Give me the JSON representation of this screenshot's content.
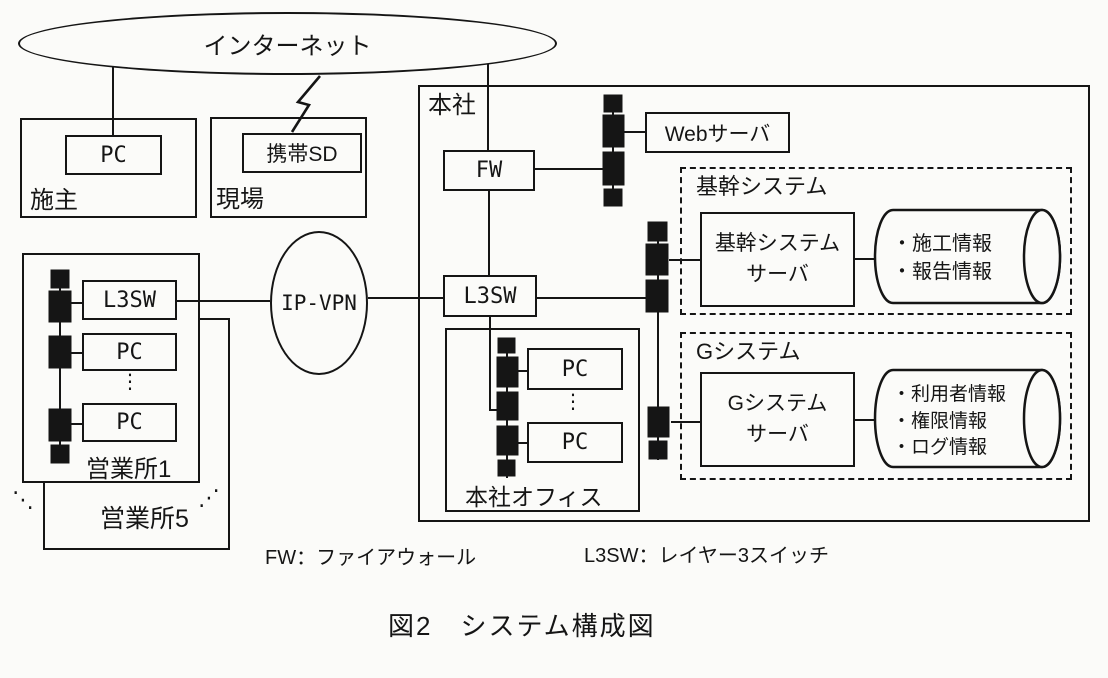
{
  "internet": {
    "label": "インターネット"
  },
  "ipvpn": {
    "label": "IP-VPN"
  },
  "owner": {
    "label": "施主",
    "pc": "PC"
  },
  "site": {
    "label": "現場",
    "device": "携帯SD"
  },
  "branch1": {
    "label": "営業所1",
    "l3sw": "L3SW",
    "pc_top": "PC",
    "pc_bottom": "PC",
    "more": "⋮"
  },
  "branch5": {
    "label": "営業所5"
  },
  "branch_more": {
    "left": "⋱",
    "right": "⋰"
  },
  "hq": {
    "label": "本社",
    "fw": "FW",
    "l3sw": "L3SW",
    "web_server": "Webサーバ",
    "office": {
      "label": "本社オフィス",
      "pc_top": "PC",
      "pc_bottom": "PC",
      "more": "⋮"
    },
    "core_system": {
      "label": "基幹システム",
      "server_line1": "基幹システム",
      "server_line2": "サーバ",
      "db": [
        "・施工情報",
        "・報告情報"
      ]
    },
    "g_system": {
      "label": "Gシステム",
      "server_line1": "Gシステム",
      "server_line2": "サーバ",
      "db": [
        "・利用者情報",
        "・権限情報",
        "・ログ情報"
      ]
    }
  },
  "legend": {
    "fw": "FW：ファイアウォール",
    "l3sw": "L3SW：レイヤー3スイッチ"
  },
  "caption": "図2　システム構成図",
  "colors": {
    "ink": "#151515",
    "paper": "#fbfbf9"
  }
}
